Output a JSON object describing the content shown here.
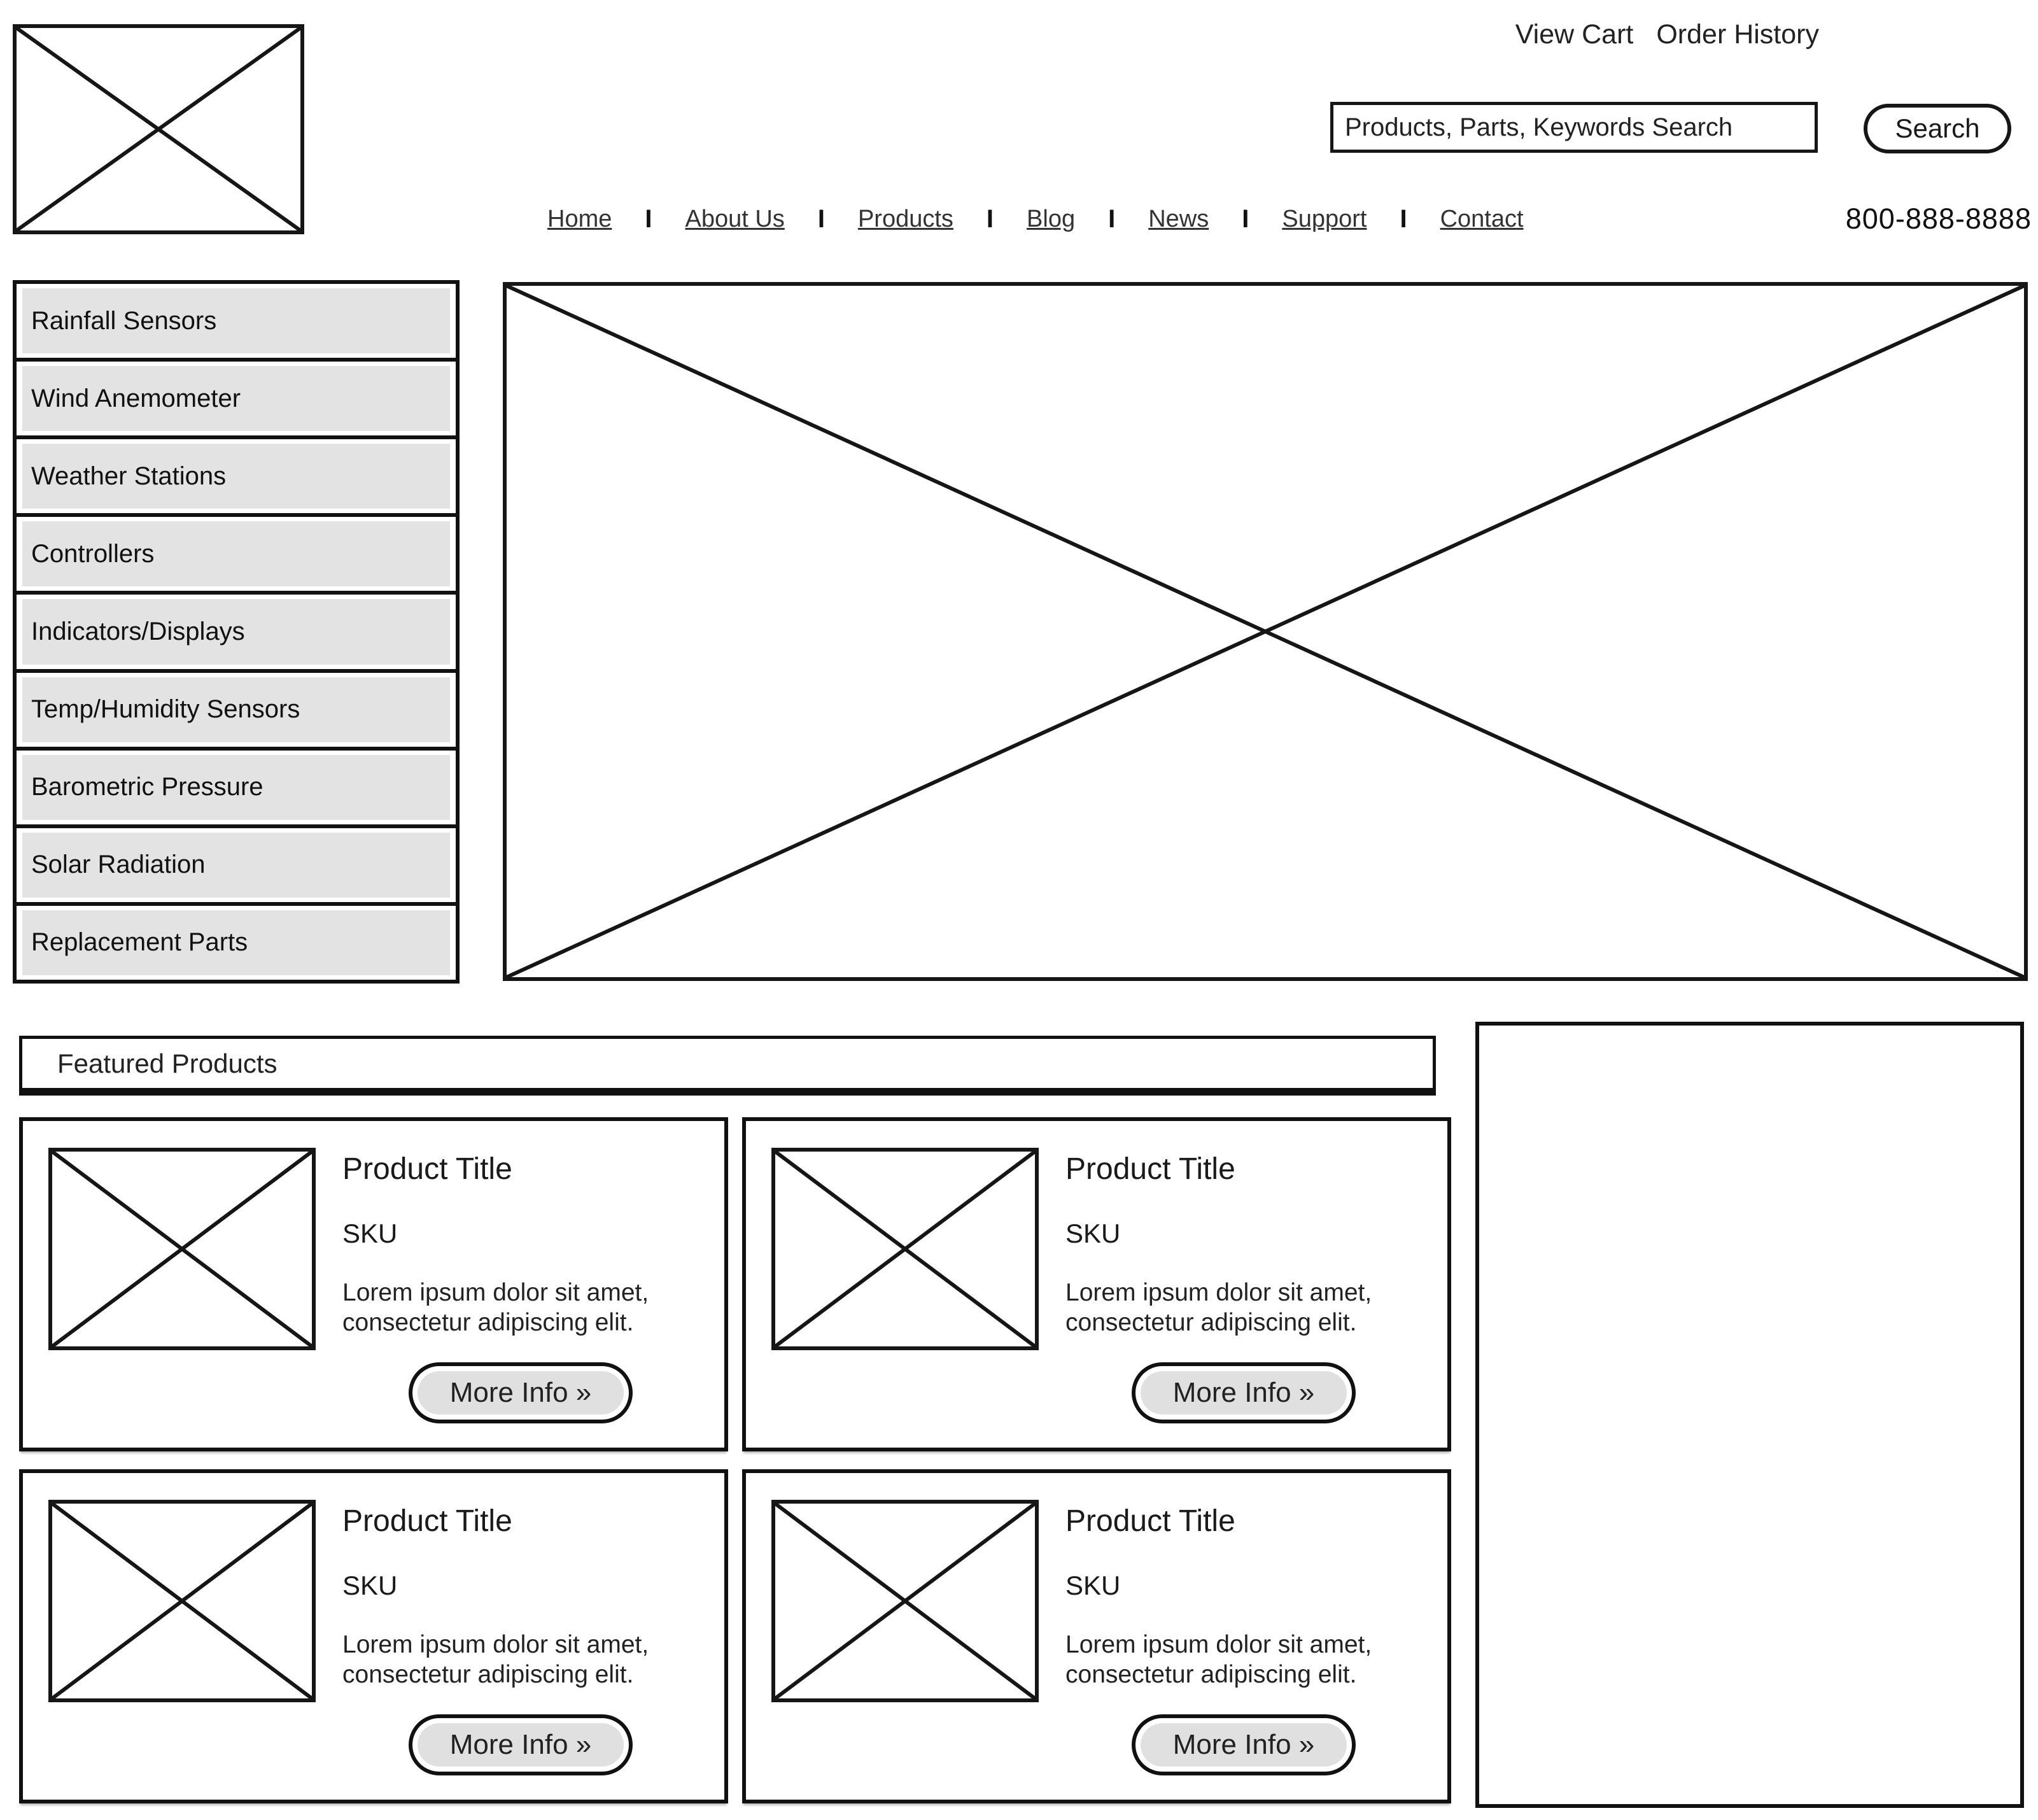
{
  "header": {
    "utility_links": [
      "View Cart",
      "Order History"
    ],
    "search": {
      "placeholder": "Products, Parts, Keywords Search",
      "button_label": "Search"
    },
    "phone": "800-888-8888"
  },
  "nav": {
    "separator": "I",
    "items": [
      "Home",
      "About Us",
      "Products",
      "Blog",
      "News",
      "Support",
      "Contact"
    ]
  },
  "sidebar": {
    "items": [
      "Rainfall Sensors",
      "Wind Anemometer",
      "Weather Stations",
      "Controllers",
      "Indicators/Displays",
      "Temp/Humidity Sensors",
      "Barometric Pressure",
      "Solar Radiation",
      "Replacement Parts"
    ]
  },
  "featured": {
    "heading": "Featured Products",
    "cards": [
      {
        "title": "Product Title",
        "sku": "SKU",
        "description": "Lorem ipsum dolor sit amet, consectetur adipiscing elit.",
        "button_label": "More Info »"
      },
      {
        "title": "Product Title",
        "sku": "SKU",
        "description": "Lorem ipsum dolor sit amet, consectetur adipiscing elit.",
        "button_label": "More Info »"
      },
      {
        "title": "Product Title",
        "sku": "SKU",
        "description": "Lorem ipsum dolor sit amet, consectetur adipiscing elit.",
        "button_label": "More Info »"
      },
      {
        "title": "Product Title",
        "sku": "SKU",
        "description": "Lorem ipsum dolor sit amet, consectetur adipiscing elit.",
        "button_label": "More Info »"
      }
    ]
  },
  "colors": {
    "border": "#161616",
    "item_fill": "#e3e3e3",
    "button_fill": "#e0e0e0",
    "text": "#1a1a1a"
  }
}
